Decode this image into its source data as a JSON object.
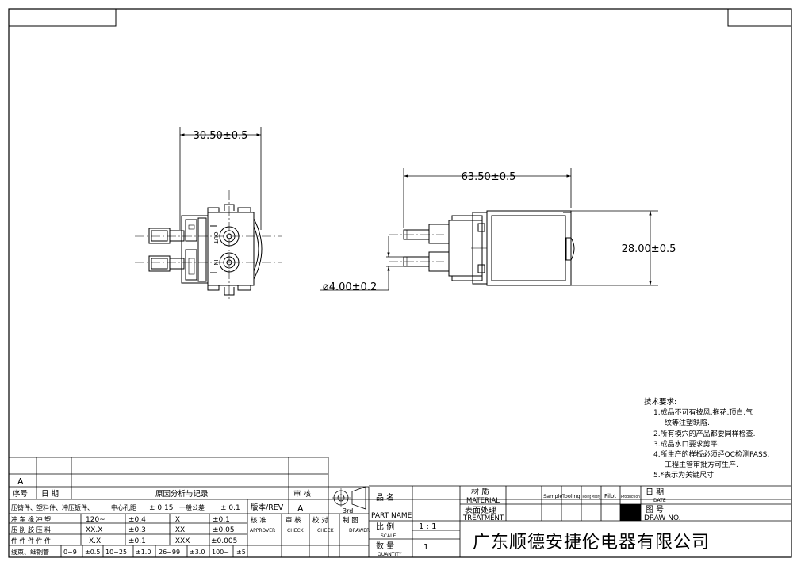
{
  "dimensions": {
    "width_a": "30.50±0.5",
    "length": "63.50±0.5",
    "height": "28.00±0.5",
    "port_dia": "ø4.00±0.2"
  },
  "front_view": {
    "port_out_label": "OUT",
    "port_in_label": "IN"
  },
  "tech_requirements": {
    "title": "技术要求:",
    "items": [
      "1.成品不可有披风,拖花,顶白,气",
      "纹等注塑缺陷.",
      "2.所有模穴的产品都要同样检查.",
      "3.成品水口要求剪平.",
      "4.所生产的样板必须经QC检测PASS,",
      "工程主管审批方可生产.",
      "5.*表示为关键尺寸."
    ]
  },
  "revision_table": {
    "rev_letter": "A",
    "col_seq": "序号",
    "col_date": "日 期",
    "col_reason": "原因分析与记录",
    "col_review": "审 核"
  },
  "tolerance_table": {
    "header_parts": "压铸件、塑料件、冲压钣件、",
    "header_center": "中心孔距",
    "header_center_tol": "± 0.15",
    "header_general": "一般公差",
    "header_general_tol": "± 0.1",
    "version_label": "版本/REV",
    "version_value": "A",
    "row_labels": [
      "冲 车 橡 冲 塑",
      "压 削 胶 压 料",
      "件 件 件 件 件"
    ],
    "rows": [
      [
        "120~",
        "±0.4",
        ".X",
        "±0.1"
      ],
      [
        "XX.X",
        "±0.3",
        ".XX",
        "±0.05"
      ],
      [
        "X.X",
        "±0.1",
        ".XXX",
        "±0.005"
      ]
    ],
    "bottom_label": "线束、细铜管",
    "bottom_cells": [
      "0~9",
      "±0.5",
      "10~25",
      "±1.0",
      "26~99",
      "±3.0",
      "100~",
      "±5"
    ]
  },
  "approval": {
    "approver_cn": "核 准",
    "approver_en": "APPROVER",
    "check1_cn": "审 核",
    "check1_en": "CHECK",
    "check2_cn": "校 对",
    "check2_en": "CHECK",
    "drawer_cn": "制 图",
    "drawer_en": "DRAWER",
    "projection_label": "3rd"
  },
  "title_block": {
    "part_name_cn": "品 名",
    "part_name_en": "PART NAME",
    "scale_cn": "比 例",
    "scale_en": "SCALE",
    "scale_value": "1 : 1",
    "qty_cn": "数 量",
    "qty_en": "QUANTITY",
    "qty_value": "1",
    "material_cn": "材 质",
    "material_en": "MATERIAL",
    "treatment_cn": "表面处理",
    "treatment_en": "TREATMENT",
    "stage_sample": "Sample",
    "stage_tooling": "Tooling",
    "stage_tooling_modify": "Tooling Modify",
    "stage_pilot": "Pilot",
    "stage_production": "Production",
    "date_cn": "日 期",
    "date_en": "DATE",
    "drawing_no_cn": "图 号",
    "drawing_no_en": "DRAW NO.",
    "company": "广东顺德安捷伦电器有限公司"
  }
}
